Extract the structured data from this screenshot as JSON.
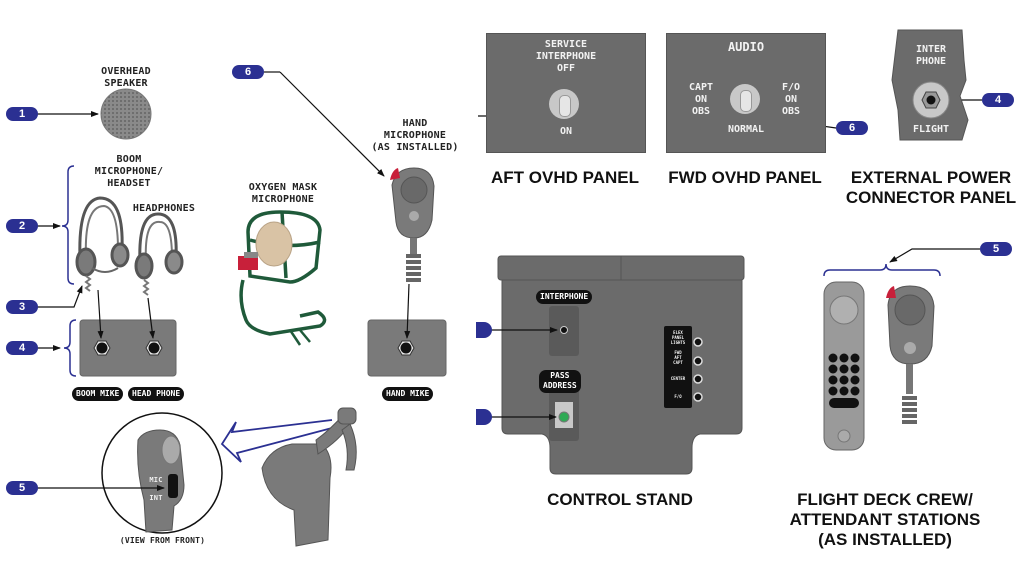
{
  "diagram": {
    "badges": [
      {
        "id": "1",
        "label": "1"
      },
      {
        "id": "2",
        "label": "2"
      },
      {
        "id": "3",
        "label": "3"
      },
      {
        "id": "4",
        "label": "4"
      },
      {
        "id": "5",
        "label": "5"
      },
      {
        "id": "6",
        "label": "6"
      },
      {
        "id": "6b",
        "label": "6"
      },
      {
        "id": "4b",
        "label": "4"
      },
      {
        "id": "5b",
        "label": "5"
      }
    ],
    "components": {
      "overhead_speaker": "OVERHEAD\nSPEAKER",
      "boom_headset": "BOOM\nMICROPHONE/\nHEADSET",
      "headphones": "HEADPHONES",
      "oxygen_mask": "OXYGEN MASK\nMICROPHONE",
      "hand_microphone": "HAND\nMICROPHONE\n(AS INSTALLED)",
      "view_from_front": "(VIEW FROM FRONT)",
      "switch_mic": "MIC",
      "switch_int": "INT"
    },
    "jack_tags": {
      "boom_mike": "BOOM MIKE",
      "head_phone": "HEAD PHONE",
      "hand_mike": "HAND MIKE"
    },
    "aft_ovhd_panel": {
      "title": "AFT OVHD PANEL",
      "switch_label": "SERVICE\nINTERPHONE\nOFF",
      "switch_on": "ON"
    },
    "fwd_ovhd_panel": {
      "title": "FWD OVHD PANEL",
      "heading": "AUDIO",
      "left_pos": "CAPT\nON\nOBS",
      "right_pos": "F/O\nON\nOBS",
      "normal": "NORMAL"
    },
    "ext_power_panel": {
      "title": "EXTERNAL POWER\nCONNECTOR PANEL",
      "top": "INTER\nPHONE",
      "bottom": "FLIGHT"
    },
    "control_stand": {
      "title": "CONTROL STAND",
      "interphone": "INTERPHONE",
      "pass_address": "PASS\nADDRESS",
      "lights": [
        "ELEX\nPANEL\nLIGHTS",
        "FWD\nAFT\nCAPT",
        "CENTER",
        "F/O"
      ]
    },
    "crew_stations": {
      "title": "FLIGHT DECK CREW/\nATTENDANT STATIONS\n(AS INSTALLED)"
    },
    "colors": {
      "badge": "#2b3092",
      "panel": "#6b6b6b",
      "mask_strap": "#1f5a3a",
      "ptt_red": "#c8203a",
      "pa_green": "#2faa55"
    }
  }
}
